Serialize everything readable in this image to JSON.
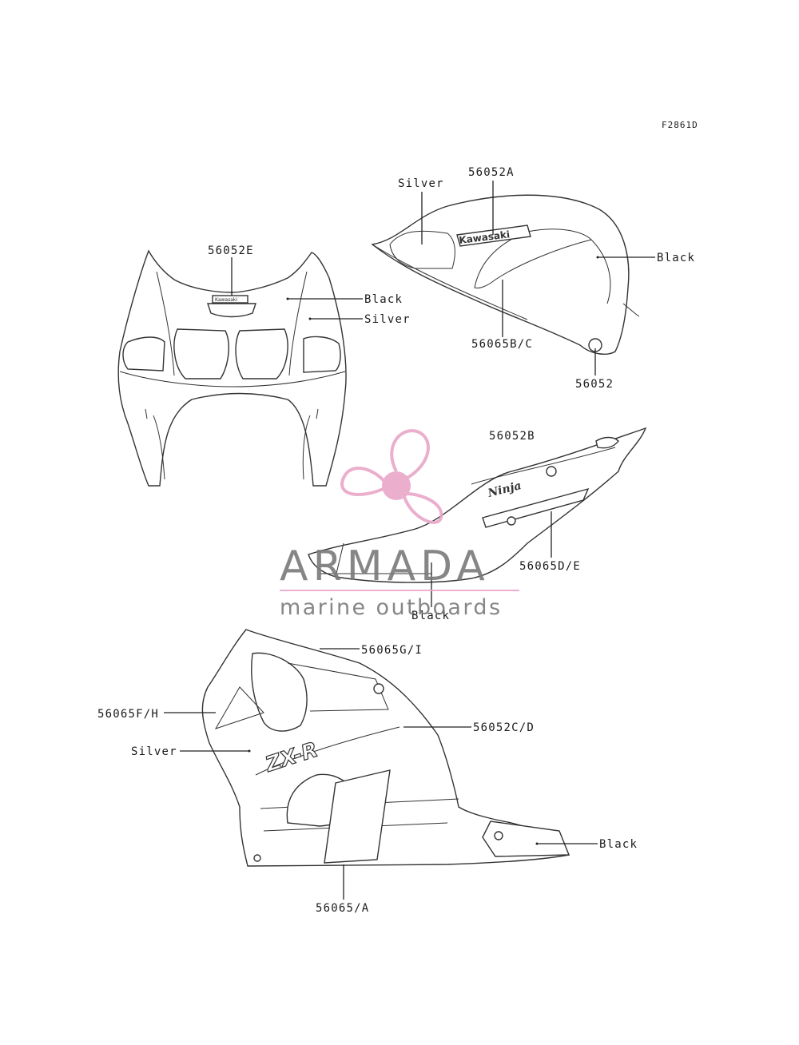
{
  "figure_code": "F2861D",
  "labels": {
    "fairing_emblem": "56052E",
    "fairing_black": "Black",
    "fairing_silver": "Silver",
    "tank_silver": "Silver",
    "tank_emblem": "56052A",
    "tank_black": "Black",
    "tank_stripe": "56065B/C",
    "tank_cap": "56052",
    "tail_emblem": "56052B",
    "tail_stripe": "56065D/E",
    "tail_black": "Black",
    "side_upper": "56065G/I",
    "side_left": "56065F/H",
    "side_emblem": "56052C/D",
    "side_silver": "Silver",
    "side_black": "Black",
    "side_lower": "56065/A"
  },
  "decals": {
    "tank_logo": "Kawasaki",
    "fairing_logo": "Kawasaki",
    "tail_logo": "Ninja",
    "side_logo": "ZX-R"
  },
  "watermark": {
    "brand": "ARMADA",
    "tagline": "marine outboards",
    "colors": {
      "pink": "#e9a7c8",
      "gray": "#7a7a7a"
    }
  }
}
